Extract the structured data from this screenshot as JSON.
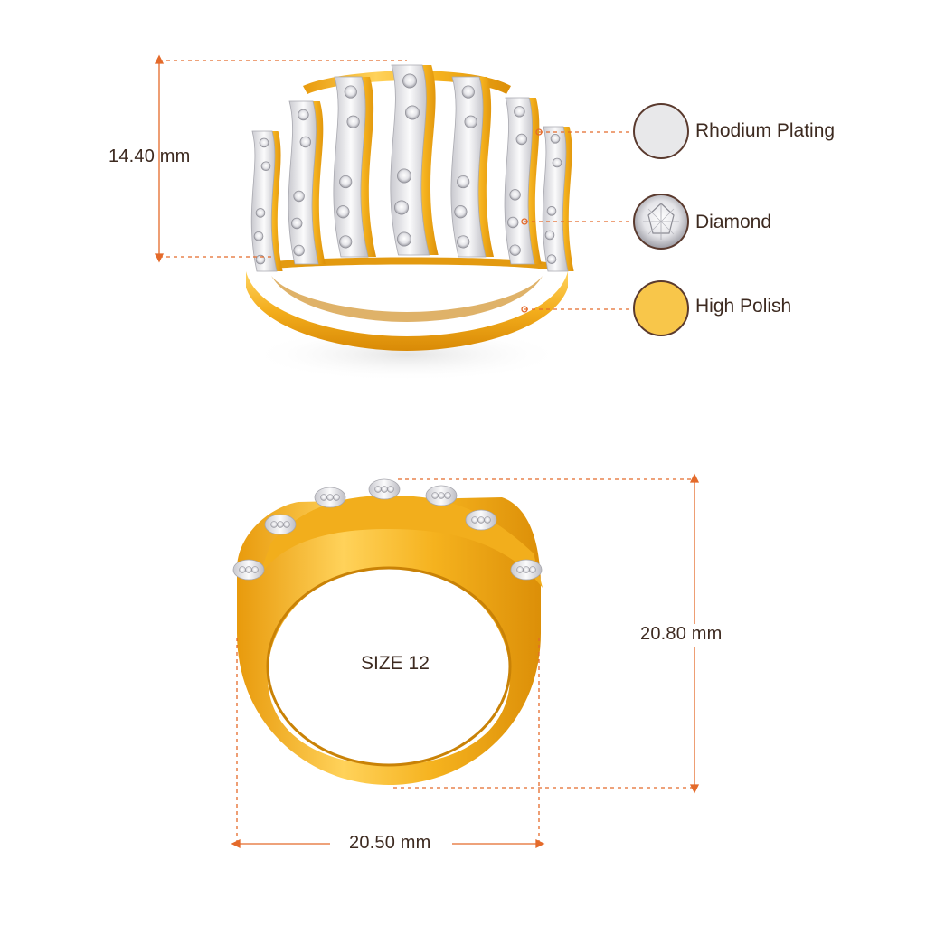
{
  "dimensions": {
    "height_top": "14.40 mm",
    "height_front": "20.80 mm",
    "width_front": "20.50 mm"
  },
  "size_label": "SIZE 12",
  "legend": [
    {
      "label": "Rhodium Plating",
      "swatch": "rhodium",
      "color": "#e8e8ea"
    },
    {
      "label": "Diamond",
      "swatch": "diamond",
      "color": "#f4f4f6"
    },
    {
      "label": "High Polish",
      "swatch": "gold",
      "color": "#f8c64a"
    }
  ],
  "colors": {
    "accent_line": "#e46a2a",
    "gold": "#f7b628",
    "gold_dark": "#d88d08",
    "gold_light": "#ffd567",
    "rhodium": "#e9e9ec",
    "text": "#3d2a20",
    "swatch_border": "#5a3a2e"
  }
}
